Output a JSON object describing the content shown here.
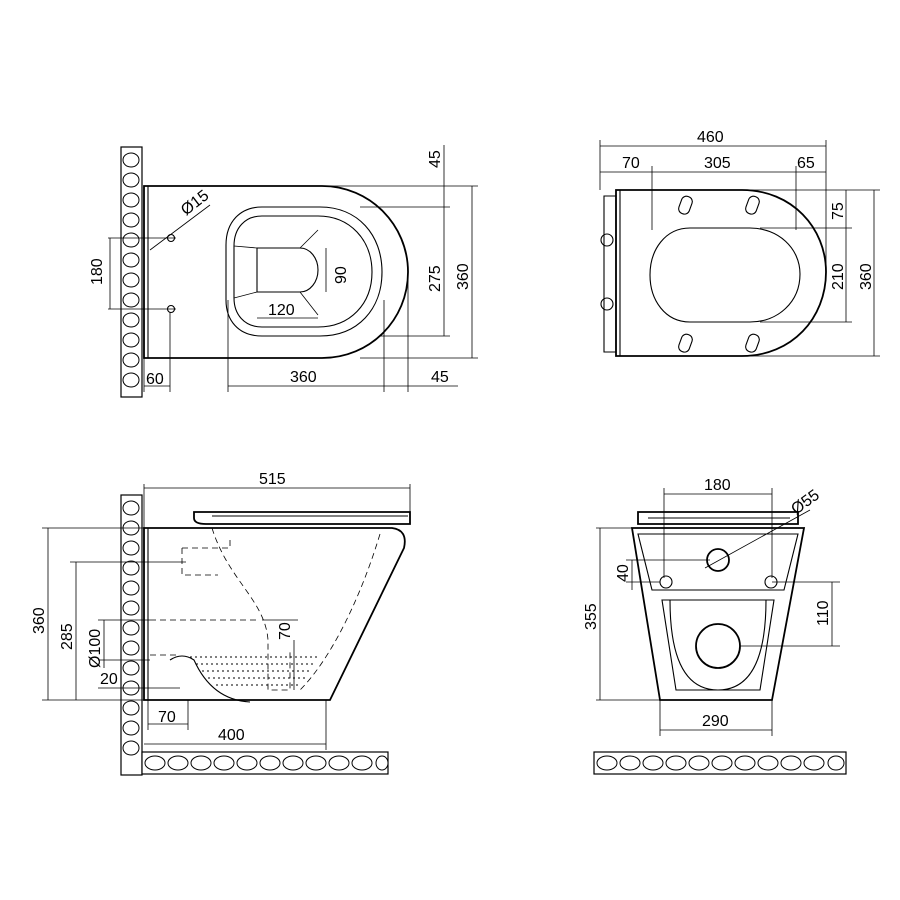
{
  "top_view": {
    "left_gap": "60",
    "bowl_width": "360",
    "rim_offset": "45",
    "top_offset": "45",
    "mount_hole_dia": "Ø15",
    "hole_spacing": "180",
    "inner_width": "120",
    "inner_height": "90",
    "bowl_depth": "275",
    "total_depth": "360"
  },
  "seat_view": {
    "total_width": "460",
    "left_offset": "70",
    "middle_width": "305",
    "right_offset": "65",
    "top_offset": "75",
    "inner_depth": "210",
    "total_depth": "360"
  },
  "side_view": {
    "total_length": "515",
    "total_height": "360",
    "mount_height": "285",
    "outlet_dia": "Ø100",
    "outlet_height": "70",
    "outlet_offset": "20",
    "wall_gap": "70",
    "base_length": "400"
  },
  "back_view": {
    "top_spacing": "180",
    "inlet_dia": "Ø55",
    "hole_height": "40",
    "total_height": "355",
    "outlet_height": "110",
    "base_width": "290"
  }
}
